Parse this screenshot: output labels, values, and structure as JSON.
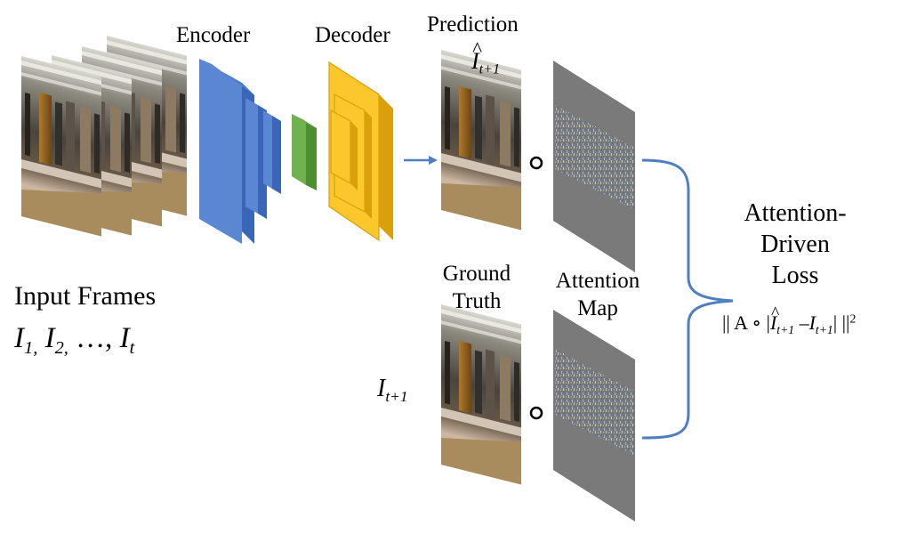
{
  "labels": {
    "encoder": "Encoder",
    "decoder": "Decoder",
    "prediction": "Prediction",
    "prediction_symbol": {
      "base": "I",
      "sub": "t+1"
    },
    "ground_truth_line1": "Ground",
    "ground_truth_line2": "Truth",
    "ground_truth_symbol": {
      "base": "I",
      "sub": "t+1"
    },
    "attention_map_line1": "Attention",
    "attention_map_line2": "Map",
    "input_frames": "Input Frames",
    "input_seq": {
      "i1": "I",
      "s1": "1,",
      "i2": "I",
      "s2": "2,",
      "dots": "…,",
      "it": "I",
      "st": "t"
    },
    "loss_line1": "Attention-",
    "loss_line2": "Driven",
    "loss_line3": "Loss",
    "formula": {
      "open": "|| A ∘ |",
      "i_hat": "I",
      "s1": "t+1",
      "minus": " –",
      "i": "I",
      "s2": "t+1",
      "close": "| ||",
      "power": "2"
    },
    "hadamard_top": "∘",
    "hadamard_bottom": "∘"
  },
  "colors": {
    "encoder_face": "#5b87d2",
    "encoder_side": "#3a66b8",
    "bottleneck_face": "#6fb24f",
    "bottleneck_side": "#4e8e33",
    "decoder_face": "#fcc72c",
    "decoder_side": "#d9a00b",
    "arrow": "#4f7fc1",
    "brace": "#4f7fc1",
    "attention_bg": "#7a7a7a"
  }
}
